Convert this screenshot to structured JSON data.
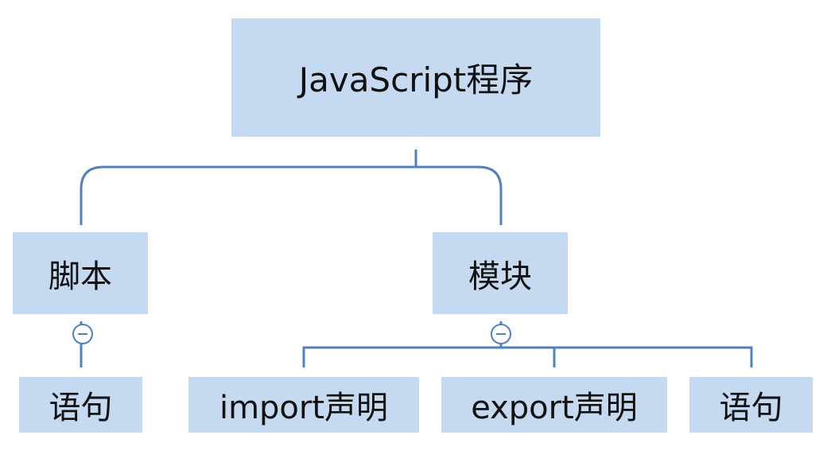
{
  "root": {
    "label": "JavaScript程序"
  },
  "branches": [
    {
      "label": "脚本",
      "children": [
        "语句"
      ]
    },
    {
      "label": "模块",
      "children": [
        "import声明",
        "export声明",
        "语句"
      ]
    }
  ],
  "colors": {
    "node_fill": "#c5d9f1",
    "connector": "#4f81bd",
    "text": "#111111"
  },
  "icons": {
    "collapse": "minus-circle-icon"
  }
}
